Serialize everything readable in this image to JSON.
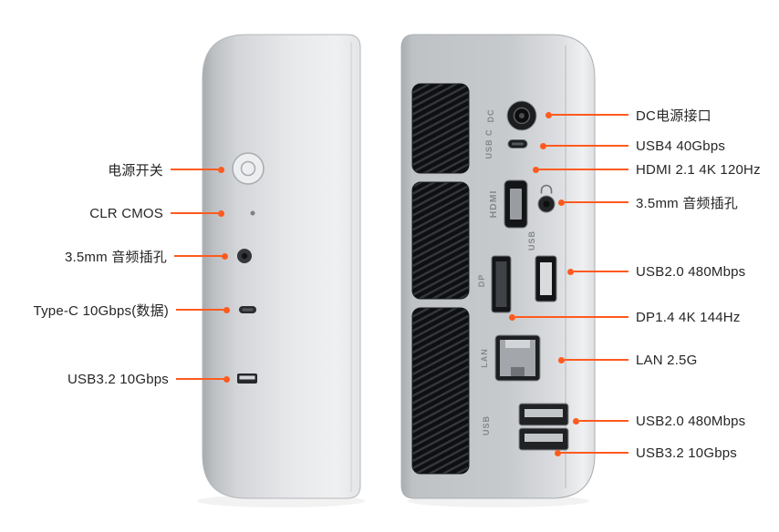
{
  "colors": {
    "accent": "#FF5A1E",
    "text": "#262626",
    "background": "#ffffff"
  },
  "front_view": {
    "callouts": [
      {
        "label": "电源开关"
      },
      {
        "label": "CLR CMOS"
      },
      {
        "label": "3.5mm 音频插孔"
      },
      {
        "label": "Type-C 10Gbps(数据)"
      },
      {
        "label": "USB3.2 10Gbps"
      }
    ]
  },
  "rear_view": {
    "port_labels": [
      "DC",
      "USB C",
      "HDMI",
      "USB",
      "DP",
      "LAN",
      "USB"
    ],
    "callouts": [
      {
        "label": "DC电源接口"
      },
      {
        "label": "USB4 40Gbps"
      },
      {
        "label": "HDMI 2.1 4K 120Hz"
      },
      {
        "label": "3.5mm 音频插孔"
      },
      {
        "label": "USB2.0 480Mbps"
      },
      {
        "label": "DP1.4 4K 144Hz"
      },
      {
        "label": "LAN 2.5G"
      },
      {
        "label": "USB2.0 480Mbps"
      },
      {
        "label": "USB3.2 10Gbps"
      }
    ]
  }
}
